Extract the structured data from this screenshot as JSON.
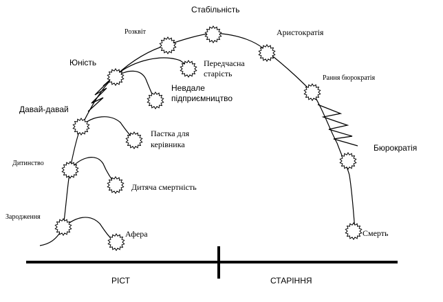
{
  "stages": [
    {
      "key": "zarodzhennia",
      "label": "Зародження"
    },
    {
      "key": "dytynstvo",
      "label": "Дитинство"
    },
    {
      "key": "davai",
      "label": "Давай-давай"
    },
    {
      "key": "yunist",
      "label": "Юність"
    },
    {
      "key": "rozkvit",
      "label": "Розквіт"
    },
    {
      "key": "stabilnist",
      "label": "Стабільність"
    },
    {
      "key": "aristokratiia",
      "label": "Аристократія"
    },
    {
      "key": "rannia",
      "label": "Рання бюрократія"
    },
    {
      "key": "biurokratiia",
      "label": "Бюрократія"
    },
    {
      "key": "smert",
      "label": "Смерть"
    }
  ],
  "traps": [
    {
      "key": "afera",
      "label": "Афера"
    },
    {
      "key": "dytiacha",
      "label": "Дитяча смертність"
    },
    {
      "key": "pastka",
      "lines": [
        "Пастка для",
        "керівника"
      ]
    },
    {
      "key": "nevdale",
      "lines": [
        "Невдале",
        "підприємництво"
      ]
    },
    {
      "key": "peredchasna",
      "lines": [
        "Передчасна",
        "старість"
      ]
    }
  ],
  "axis": {
    "growth": "РІСТ",
    "aging": "СТАРІННЯ"
  }
}
